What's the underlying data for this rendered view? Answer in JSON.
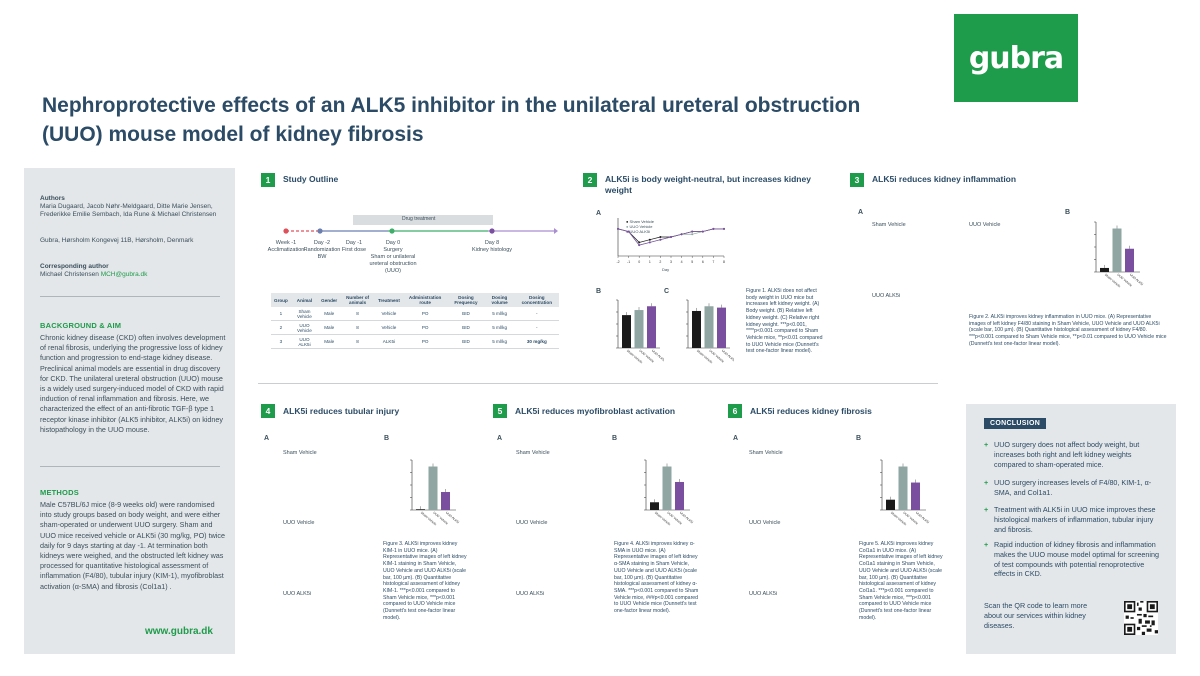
{
  "logo": {
    "text": "gubra"
  },
  "title": {
    "line1": "Nephroprotective effects of an ALK5 inhibitor in the unilateral  ureteral obstruction",
    "line2": "(UUO) mouse model of kidney fibrosis"
  },
  "sidebar": {
    "authors_label": "Authors",
    "authors_1": "Maria Dugaard, Jacob Nøhr-Meldgaard, Ditte Marie Jensen,",
    "authors_2": "Frederikke Emilie Sembach, Ida Rune & Michael Christensen",
    "affiliation": "Gubra, Hørsholm Kongevej 11B, Hørsholm, Denmark",
    "corr_label": "Corresponding author",
    "corr_name": "Michael Christensen ",
    "corr_email": "MCH@gubra.dk",
    "background_heading": "BACKGROUND & AIM",
    "background_text": "Chronic kidney disease (CKD) often involves development of renal fibrosis, underlying the progressive loss of kidney function and progression to end-stage kidney disease. Preclinical animal models are essential in drug discovery for CKD. The unilateral ureteral obstruction (UUO) mouse is a widely used surgery-induced model of CKD with rapid induction of renal inflammation and fibrosis. Here, we characterized the effect of an anti-fibrotic TGF-β type 1 receptor kinase inhibitor (ALK5 inhibitor, ALK5i) on kidney histopathology in the UUO mouse.",
    "methods_heading": "METHODS",
    "methods_text": "Male C57BL/6J mice (8-9 weeks old) were randomised into study groups based on body weight, and were either sham-operated or underwent UUO surgery. Sham and UUO mice received vehicle or ALK5i (30 mg/kg, PO)  twice daily for 9 days starting at day -1. At termination both kidneys were weighed, and the obstructed left kidney was processed for quantitative histological assessment of inflammation (F4/80), tubular injury (KIM-1), myofibroblast activation (α-SMA) and fibrosis (Col1a1) .",
    "website": "www.gubra.dk"
  },
  "sections": {
    "s1": {
      "num": "1",
      "title": "Study Outline"
    },
    "s2": {
      "num": "2",
      "title_1": "ALK5i is body weight-neutral, but increases kidney",
      "title_2": "weight"
    },
    "s3": {
      "num": "3",
      "title": "ALK5i reduces kidney inflammation"
    },
    "s4": {
      "num": "4",
      "title": "ALK5i reduces tubular injury"
    },
    "s5": {
      "num": "5",
      "title": "ALK5i reduces myofibroblast activation"
    },
    "s6": {
      "num": "6",
      "title": "ALK5i reduces kidney fibrosis"
    }
  },
  "timeline": {
    "drug_label": "Drug treatment",
    "t1": "Week -1",
    "t1b": "Acclimatization",
    "t2": "Day -2",
    "t2b": "Randomization",
    "t2c": "BW",
    "t3": "Day -1",
    "t3b": "First dose",
    "t4": "Day 0",
    "t4b": "Surgery",
    "t4c": "Sham or unilateral",
    "t4d": "ureteral obstruction",
    "t4e": "(UUO)",
    "t5": "Day 8",
    "t5b": "Kidney histology"
  },
  "study_table": {
    "headers": [
      "Group",
      "Animal",
      "Gender",
      "Number of animals",
      "Treatment",
      "Administration route",
      "Dosing Frequency",
      "Dosing volume",
      "Dosing concentration"
    ],
    "rows": [
      [
        "1",
        "Sham Vehicle",
        "Male",
        "8",
        "Vehicle",
        "PO",
        "BID",
        "5 ml/kg",
        "-"
      ],
      [
        "2",
        "UUO Vehicle",
        "Male",
        "8",
        "Vehicle",
        "PO",
        "BID",
        "5 ml/kg",
        "-"
      ],
      [
        "3",
        "UUO ALK5i",
        "Male",
        "8",
        "ALK5i",
        "PO",
        "BID",
        "5 ml/kg",
        "30 mg/kg"
      ]
    ]
  },
  "labels": {
    "A": "A",
    "B": "B",
    "C": "C",
    "sham_vehicle": "Sham Vehicle",
    "uuo_vehicle": "UUO Vehicle",
    "uuo_alk5i": "UUO ALK5i",
    "day": "Day"
  },
  "captions": {
    "fig1": "Figure 1. ALK5i does not affect body weight in UUO mice but increases left kidney weight. (A) Body weight. (B) Relative left kidney weight. (C) Relative right kidney weight. ***p<0.001, ****p<0.001 compared to Sham Vehicle mice, **p<0.01 compared to UUO Vehicle mice (Dunnett's test one-factor linear model).",
    "fig2": "Figure 2. ALK5i improves kidney inflammation in UUO mice. (A) Representative images of left kidney F4/80 staining in Sham Vehicle, UUO Vehicle and UUO ALK5i (scale bar, 100 µm). (B) Quantitative histological assessment of kidney F4/80. ***p<0.001 compared to Sham Vehicle mice, **p<0.01 compared to UUO Vehicle mice (Dunnett's test one-factor linear model).",
    "fig3": "Figure 3. ALK5i improves kidney KIM-1 in UUO mice. (A) Representative images of left kidney KIM-1 staining in Sham Vehicle, UUO Vehicle and UUO ALK5i (scale bar, 100 µm). (B) Quantitative histological assessment of kidney KIM-1. ***p<0.001 compared to Sham Vehicle mice, ***p<0.001 compared to UUO Vehicle mice (Dunnett's test one-factor linear model).",
    "fig4": "Figure 4. ALK5i improves kidney α-SMA in UUO mice. (A) Representative images of left kidney α-SMA staining in Sham Vehicle, UUO Vehicle and UUO ALK5i (scale bar, 100 µm). (B) Quantitative histological assessment of kidney α-SMA. ***p<0.001 compared to Sham Vehicle mice, ###p<0.001 compared to UUO Vehicle mice (Dunnett's test one-factor linear model).",
    "fig5": "Figure 5. ALK5i improves kidney Col1a1 in UUO mice. (A) Representative images of left kidney Col1a1 staining in Sham Vehicle, UUO Vehicle and UUO ALK5i (scale bar, 100 µm). (B) Quantitative histological assessment of kidney Col1a1. ***p<0.001 compared to Sham Vehicle mice, ***p<0.001 compared to UUO Vehicle mice (Dunnett's test one-factor linear model)."
  },
  "conclusion": {
    "label": "CONCLUSION",
    "b1": "UUO surgery does not affect body weight, but increases both right and left kidney weights compared to sham-operated mice.",
    "b2": "UUO surgery increases levels of F4/80, KIM-1, α-SMA, and Col1a1.",
    "b3": "Treatment with ALK5i in UUO mice improves these histological markers of inflammation, tubular injury and fibrosis.",
    "b4": "Rapid induction of kidney fibrosis and inflammation makes the UUO mouse model optimal for screening of test compounds with potential renoprotective effects in CKD.",
    "qr_text": "Scan the QR code to learn more about our services within kidney diseases."
  },
  "colors": {
    "green": "#1e9b4b",
    "navy": "#2b4b66",
    "sham": "#1a1a1a",
    "uuo_vehicle": "#8fa6a2",
    "uuo_alk5i": "#7a4fa0"
  },
  "chart_data": [
    {
      "type": "line",
      "panel": "2A",
      "x": [
        -2,
        -1,
        0,
        1,
        2,
        3,
        4,
        5,
        6,
        7,
        8
      ],
      "series": [
        {
          "name": "Sham Vehicle",
          "values": [
            100,
            99,
            95,
            96,
            97,
            97,
            98,
            99,
            99,
            100,
            100
          ]
        },
        {
          "name": "UUO Vehicle",
          "values": [
            100,
            99,
            94,
            95,
            96,
            97,
            98,
            98,
            99,
            100,
            100
          ]
        },
        {
          "name": "UUO ALK5i",
          "values": [
            100,
            99,
            94,
            95,
            96,
            97,
            98,
            99,
            99,
            100,
            100
          ]
        }
      ]
    },
    {
      "type": "bar",
      "panel": "2B",
      "categories": [
        "Sham Vehicle",
        "UUO Vehicle",
        "UUO ALK5i"
      ],
      "values": [
        0.52,
        0.6,
        0.66
      ]
    },
    {
      "type": "bar",
      "panel": "2C",
      "categories": [
        "Sham Vehicle",
        "UUO Vehicle",
        "UUO ALK5i"
      ],
      "values": [
        0.55,
        0.62,
        0.6
      ]
    },
    {
      "type": "bar",
      "panel": "3B",
      "categories": [
        "Sham Vehicle",
        "UUO Vehicle",
        "UUO ALK5i"
      ],
      "values": [
        0.4,
        4.3,
        2.3
      ]
    },
    {
      "type": "bar",
      "panel": "4B",
      "categories": [
        "Sham Vehicle",
        "UUO Vehicle",
        "UUO ALK5i"
      ],
      "values": [
        0.05,
        2.9,
        1.2
      ]
    },
    {
      "type": "bar",
      "panel": "5B",
      "categories": [
        "Sham Vehicle",
        "UUO Vehicle",
        "UUO ALK5i"
      ],
      "values": [
        0.8,
        4.5,
        2.9
      ]
    },
    {
      "type": "bar",
      "panel": "6B",
      "categories": [
        "Sham Vehicle",
        "UUO Vehicle",
        "UUO ALK5i"
      ],
      "values": [
        0.9,
        3.8,
        2.4
      ]
    }
  ]
}
